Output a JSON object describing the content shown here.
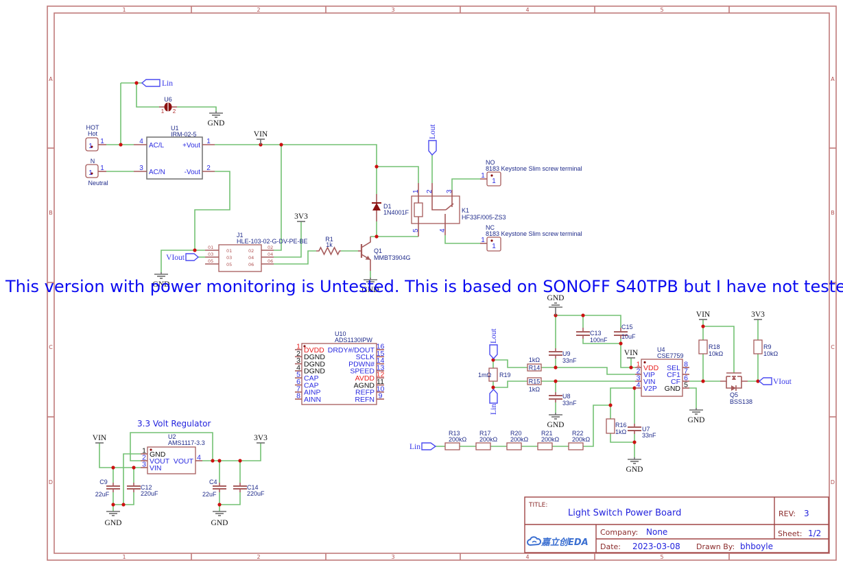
{
  "colors": {
    "wire": "#72c172",
    "pin": "#a65a5a",
    "frame": "#c07a7a",
    "junction": "#cc1111",
    "dark": "#8b1010",
    "ref": "#1e2a8a",
    "blue": "#2a2ae0",
    "power": "#e8201f",
    "ground": "#111111",
    "banner": "#0b0bf0",
    "net": "#3535e8",
    "logo": "#3b6fd1"
  },
  "frame": {
    "columns": [
      "1",
      "2",
      "3",
      "4",
      "5"
    ],
    "rows": [
      "A",
      "B",
      "C",
      "D"
    ]
  },
  "banner": "This version with power monitoring is Untested. This is based on SONOFF S40TPB but I have not teste",
  "nets": {
    "gnd": "GND",
    "vin": "VIN",
    "v3v3": "3V3",
    "lin": "Lin",
    "lout": "Lout",
    "viout": "VIout"
  },
  "schematic": {
    "hot_connector": {
      "designator": "HOT",
      "name": "Hot",
      "pin_number": "1",
      "pin_label": "1"
    },
    "n_connector": {
      "designator": "N",
      "name": "Neutral",
      "pin_number": "1",
      "pin_label": "1"
    },
    "u6": {
      "designator": "U6",
      "pin1": "1",
      "pin2": "2"
    },
    "u1": {
      "designator": "U1",
      "value": "IRM-02-5",
      "pins": {
        "ac_l": {
          "num": "4",
          "name": "AC/L"
        },
        "ac_n": {
          "num": "3",
          "name": "AC/N"
        },
        "vout_p": {
          "num": "1",
          "name": "+Vout"
        },
        "vout_n": {
          "num": "2",
          "name": "-Vout"
        }
      }
    },
    "j1": {
      "designator": "J1",
      "value": "HLE-103-02-G-DV-PE-BE",
      "pins": [
        "01",
        "02",
        "03",
        "04",
        "05",
        "06"
      ]
    },
    "r1": {
      "designator": "R1",
      "value": "1k"
    },
    "q1": {
      "designator": "Q1",
      "value": "MMBT3904G"
    },
    "d1": {
      "designator": "D1",
      "value": "1N4001F"
    },
    "k1": {
      "designator": "K1",
      "value": "HF33F/005-ZS3",
      "pins": [
        "1",
        "2",
        "3",
        "4",
        "5"
      ]
    },
    "no_terminal": {
      "designator": "NO",
      "value": "8183 Keystone Slim screw terminal",
      "pin_number": "1",
      "pin_label": "1"
    },
    "nc_terminal": {
      "designator": "NC",
      "value": "8183 Keystone Slim screw terminal",
      "pin_number": "1",
      "pin_label": "1"
    },
    "u10": {
      "designator": "U10",
      "value": "ADS1130IPW",
      "left_pins": [
        {
          "num": "1",
          "name": "DVDD",
          "type": "power"
        },
        {
          "num": "2",
          "name": "DGND",
          "type": "ground"
        },
        {
          "num": "3",
          "name": "DGND",
          "type": "ground"
        },
        {
          "num": "4",
          "name": "DGND",
          "type": "ground"
        },
        {
          "num": "5",
          "name": "CAP",
          "type": "signal"
        },
        {
          "num": "6",
          "name": "CAP",
          "type": "signal"
        },
        {
          "num": "7",
          "name": "AINP",
          "type": "signal"
        },
        {
          "num": "8",
          "name": "AINN",
          "type": "signal"
        }
      ],
      "right_pins": [
        {
          "num": "16",
          "name": "DRDY#/DOUT",
          "type": "signal"
        },
        {
          "num": "15",
          "name": "SCLK",
          "type": "signal"
        },
        {
          "num": "14",
          "name": "PDWN#",
          "type": "signal"
        },
        {
          "num": "13",
          "name": "SPEED",
          "type": "signal"
        },
        {
          "num": "12",
          "name": "AVDD",
          "type": "power"
        },
        {
          "num": "11",
          "name": "AGND",
          "type": "ground"
        },
        {
          "num": "10",
          "name": "REFP",
          "type": "signal"
        },
        {
          "num": "9",
          "name": "REFN",
          "type": "signal"
        }
      ]
    },
    "u4": {
      "designator": "U4",
      "value": "CSE7759",
      "left_pins": [
        {
          "num": "1",
          "name": "VDD",
          "type": "power"
        },
        {
          "num": "2",
          "name": "VIP",
          "type": "signal"
        },
        {
          "num": "3",
          "name": "VIN",
          "type": "signal"
        },
        {
          "num": "4",
          "name": "V2P",
          "type": "signal"
        }
      ],
      "right_pins": [
        {
          "num": "8",
          "name": "SEL",
          "type": "signal"
        },
        {
          "num": "7",
          "name": "CF1",
          "type": "signal"
        },
        {
          "num": "6",
          "name": "CF",
          "type": "signal"
        },
        {
          "num": "5",
          "name": "GND",
          "type": "ground"
        }
      ]
    },
    "r19": {
      "designator": "R19",
      "value": "1mΩ"
    },
    "r14": {
      "designator": "R14",
      "value": "1kΩ"
    },
    "r15": {
      "designator": "R15",
      "value": "1kΩ"
    },
    "u9": {
      "designator": "U9",
      "value": "33nF"
    },
    "u8": {
      "designator": "U8",
      "value": "33nF"
    },
    "c13": {
      "designator": "C13",
      "value": "100nF"
    },
    "c15": {
      "designator": "C15",
      "value": "10uF"
    },
    "r18": {
      "designator": "R18",
      "value": "10kΩ"
    },
    "r9": {
      "designator": "R9",
      "value": "10kΩ"
    },
    "q5": {
      "designator": "Q5",
      "value": "BSS138"
    },
    "r16": {
      "designator": "R16",
      "value": "1kΩ"
    },
    "u7": {
      "designator": "U7",
      "value": "33nF"
    },
    "divider_chain": [
      {
        "designator": "R13",
        "value": "200kΩ"
      },
      {
        "designator": "R17",
        "value": "200kΩ"
      },
      {
        "designator": "R20",
        "value": "200kΩ"
      },
      {
        "designator": "R21",
        "value": "200kΩ"
      },
      {
        "designator": "R22",
        "value": "200kΩ"
      }
    ],
    "regulator": {
      "heading": "3.3 Volt Regulator",
      "u2": {
        "designator": "U2",
        "value": "AMS1117-3.3",
        "left_pins": [
          {
            "num": "1",
            "name": "GND",
            "type": "ground"
          },
          {
            "num": "2",
            "name": "VOUT",
            "type": "signal"
          },
          {
            "num": "3",
            "name": "VIN",
            "type": "signal"
          }
        ],
        "right_pins": [
          {
            "num": "4",
            "name": "VOUT",
            "type": "signal"
          }
        ]
      },
      "c9": {
        "designator": "C9",
        "value": "22uF"
      },
      "c12": {
        "designator": "C12",
        "value": "220uF"
      },
      "c4": {
        "designator": "C4",
        "value": "22uF"
      },
      "c14": {
        "designator": "C14",
        "value": "220uF"
      }
    }
  },
  "title_block": {
    "title_label": "TITLE:",
    "title": "Light Switch Power Board",
    "rev_label": "REV:",
    "rev": "3",
    "company_label": "Company:",
    "company": "None",
    "sheet_label": "Sheet:",
    "sheet": "1/2",
    "date_label": "Date:",
    "date": "2023-03-08",
    "drawn_by_label": "Drawn By:",
    "drawn_by": "bhboyle",
    "logo_text": "嘉立创EDA",
    "logo_icon": "cloud-icon"
  }
}
